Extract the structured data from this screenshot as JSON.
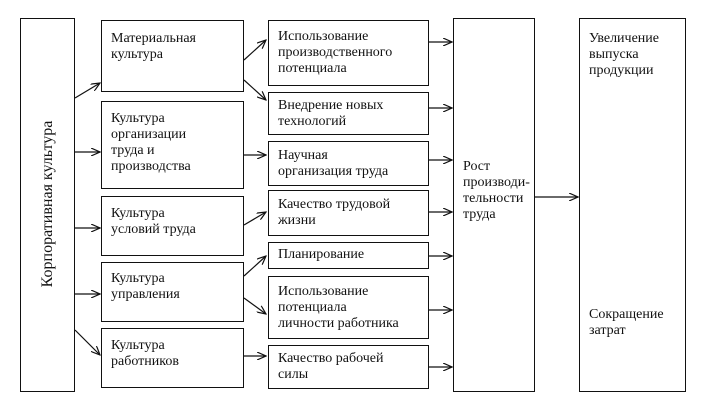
{
  "diagram": {
    "root": "Корпоративная культура",
    "cultures": [
      "Материальная\nкультура",
      "Культура\nорганизации\nтруда и\nпроизводства",
      "Культура\nусловий труда",
      "Культура\nуправления",
      "Культура\nработников"
    ],
    "factors": [
      "Использование\nпроизводственного\nпотенциала",
      "Внедрение новых\nтехнологий",
      "Научная\nорганизация труда",
      "Качество трудовой\nжизни",
      "Планирование",
      "Использование\nпотенциала\nличности работника",
      "Качество рабочей\nсилы"
    ],
    "center": "Рост\nпроизводи-\nтельности\nтруда",
    "results": {
      "top": "Увеличение\nвыпуска\nпродукции",
      "bottom": "Сокращение\nзатрат"
    }
  }
}
